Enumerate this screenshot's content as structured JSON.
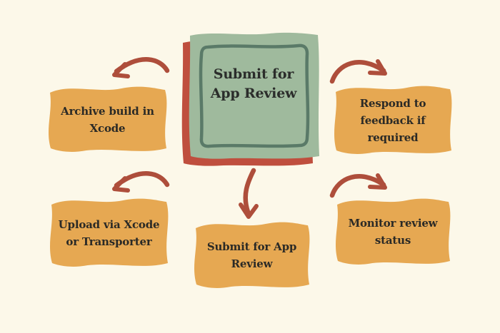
{
  "diagram": {
    "center_label": "Submit for\nApp Review",
    "steps": [
      {
        "position": "top-left",
        "label": "Archive build in\nXcode"
      },
      {
        "position": "top-right",
        "label": "Respond to\nfeedback if\nrequired"
      },
      {
        "position": "bottom-left",
        "label": "Upload via Xcode\nor Transporter"
      },
      {
        "position": "bottom-center",
        "label": "Submit for App\nReview"
      },
      {
        "position": "bottom-right",
        "label": "Monitor review\nstatus"
      }
    ],
    "colors": {
      "background": "#FCF8E9",
      "note_orange": "#E6A852",
      "center_green": "#9FBA9D",
      "center_border_green": "#5A7A68",
      "center_shadow_red": "#BF4F3E",
      "arrow_red": "#AE4E3B",
      "text_dark": "#2B2A26"
    }
  }
}
